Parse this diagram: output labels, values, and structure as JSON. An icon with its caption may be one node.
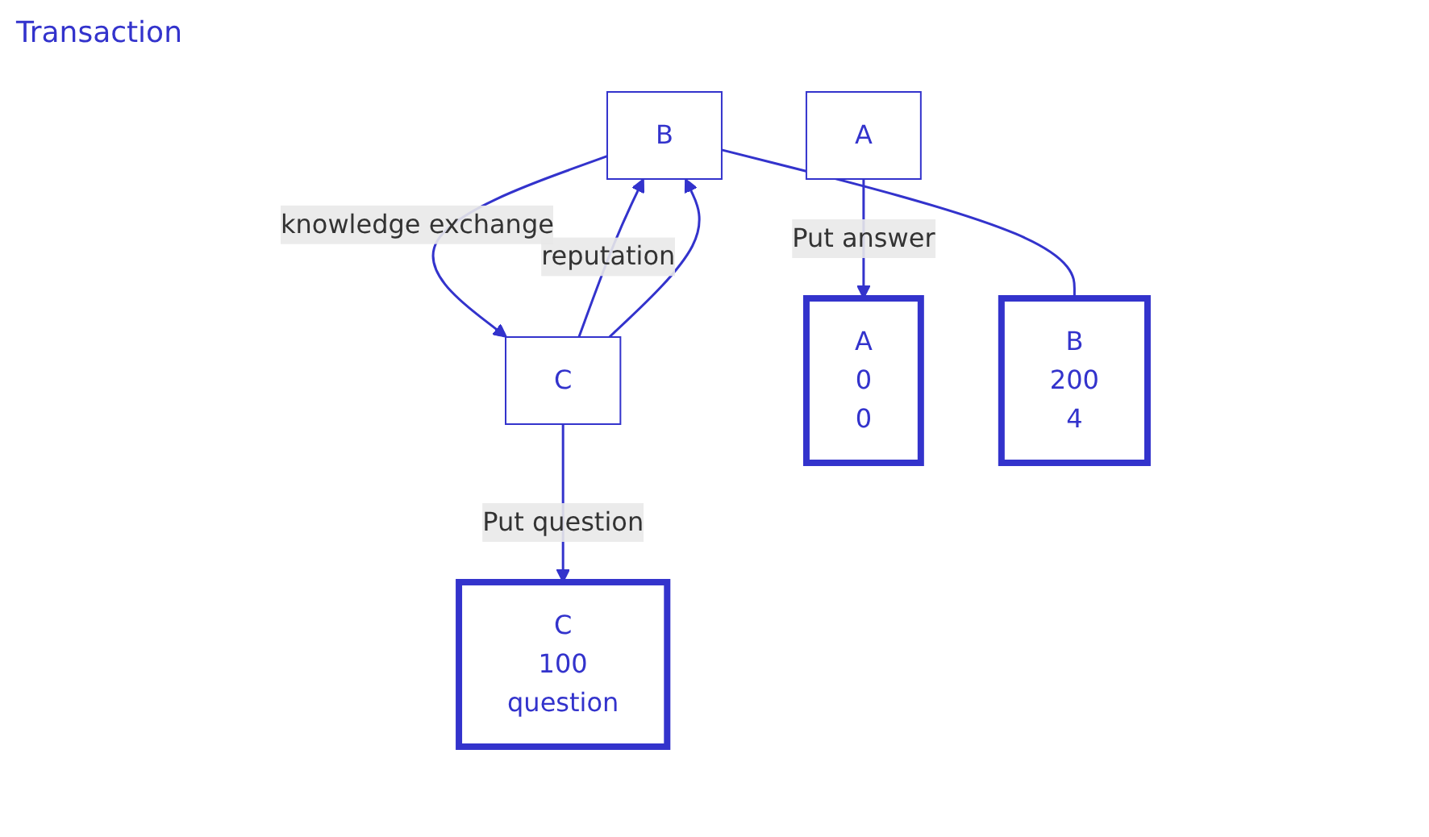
{
  "diagram": {
    "nodes": [
      {
        "text": [
          "A"
        ]
      },
      {
        "text": [
          "B"
        ]
      },
      {
        "text": [
          "C"
        ]
      },
      {
        "text": [
          "A",
          "0",
          "0"
        ]
      },
      {
        "text": [
          "B",
          "200",
          "4"
        ]
      },
      {
        "text": [
          "C",
          "100",
          "question"
        ]
      }
    ],
    "edges": [
      {
        "from": 2,
        "to": 1,
        "arrow": "to",
        "label": "reputation"
      },
      {
        "from": 1,
        "to": 2,
        "arrow": "to",
        "label": "knowledge exchange"
      },
      {
        "from": 2,
        "to": 1,
        "arrow": "to"
      },
      {
        "from": 0,
        "to": 3,
        "arrow": "to",
        "label": "Put answer"
      },
      {
        "from": 1,
        "to": 4,
        "arrow": "none"
      },
      {
        "from": 2,
        "to": 5,
        "arrow": "to",
        "label": "Put question"
      }
    ],
    "labels": [
      "Transaction"
    ]
  }
}
